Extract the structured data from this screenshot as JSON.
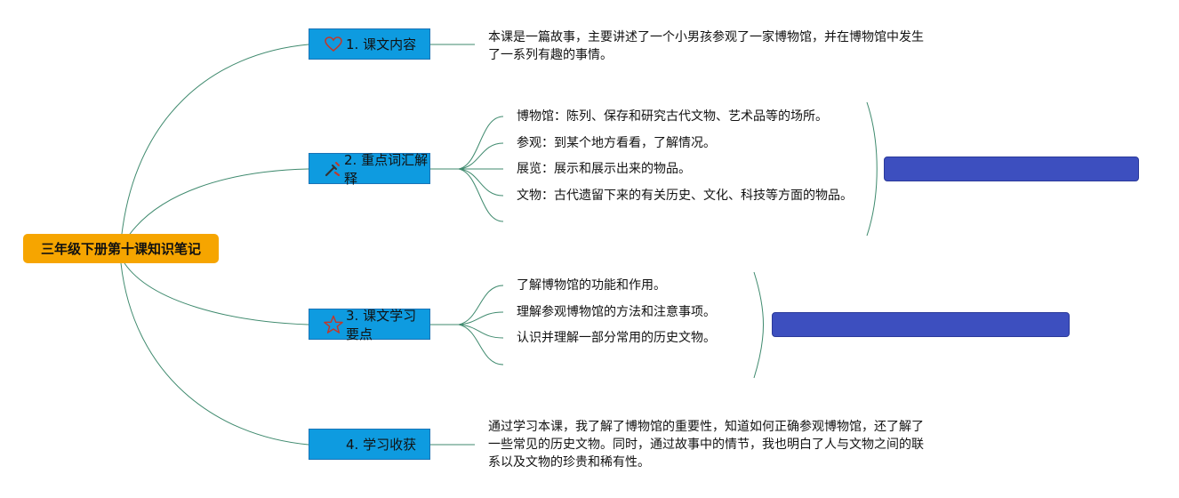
{
  "root": {
    "label": "三年级下册第十课知识笔记"
  },
  "topics": [
    {
      "label": "1. 课文内容",
      "icon": "heart-icon"
    },
    {
      "label": "2. 重点词汇解释",
      "icon": "tools-icon"
    },
    {
      "label": "3. 课文学习要点",
      "icon": "star-icon"
    },
    {
      "label": "4. 学习收获",
      "icon": ""
    }
  ],
  "content": {
    "topic1_text": "本课是一篇故事，主要讲述了一个小男孩参观了一家博物馆，并在博物馆中发生了一系列有趣的事情。",
    "vocab": [
      "博物馆：陈列、保存和研究古代文物、艺术品等的场所。",
      "参观：到某个地方看看，了解情况。",
      "展览：展示和展示出来的物品。",
      "文物：古代遗留下来的有关历史、文化、科技等方面的物品。"
    ],
    "points": [
      "了解博物馆的功能和作用。",
      "理解参观博物馆的方法和注意事项。",
      "认识并理解一部分常用的历史文物。"
    ],
    "topic4_text": "通过学习本课，我了解了博物馆的重要性，知道如何正确参观博物馆，还了解了一些常见的历史文物。同时，通过故事中的情节，我也明白了人与文物之间的联系以及文物的珍贵和稀有性。"
  },
  "summaries": {
    "vocab_summary": "",
    "points_summary": ""
  },
  "colors": {
    "root_fill": "#f6a500",
    "topic_fill": "#0e9be0",
    "summary_fill": "#3d4fbf",
    "connector": "#3f8a6e"
  }
}
